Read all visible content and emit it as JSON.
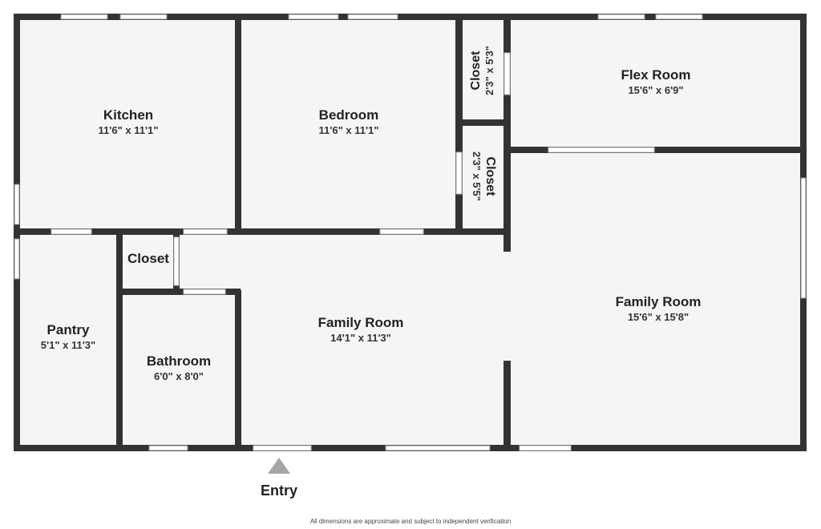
{
  "rooms": {
    "kitchen": {
      "name": "Kitchen",
      "dim": "11'6\" x 11'1\""
    },
    "bedroom": {
      "name": "Bedroom",
      "dim": "11'6\" x 11'1\""
    },
    "closet_top": {
      "name": "Closet",
      "dim": "2'3\" x 5'3\""
    },
    "closet_mid": {
      "name": "Closet",
      "dim": "2'3\" x 5'5\""
    },
    "flex_room": {
      "name": "Flex Room",
      "dim": "15'6\" x 6'9\""
    },
    "closet_small": {
      "name": "Closet"
    },
    "pantry": {
      "name": "Pantry",
      "dim": "5'1\" x 11'3\""
    },
    "bathroom": {
      "name": "Bathroom",
      "dim": "6'0\" x 8'0\""
    },
    "family_room_center": {
      "name": "Family Room",
      "dim": "14'1\" x 11'3\""
    },
    "family_room_right": {
      "name": "Family Room",
      "dim": "15'6\" x 15'8\""
    }
  },
  "entry": {
    "label": "Entry"
  },
  "disclaimer": "All dimensions are approximate and subject to independent verification",
  "colors": {
    "wall": "#333333",
    "floor": "#f5f5f5",
    "opening": "#ffffff",
    "entry_marker": "#a6a6a6"
  }
}
